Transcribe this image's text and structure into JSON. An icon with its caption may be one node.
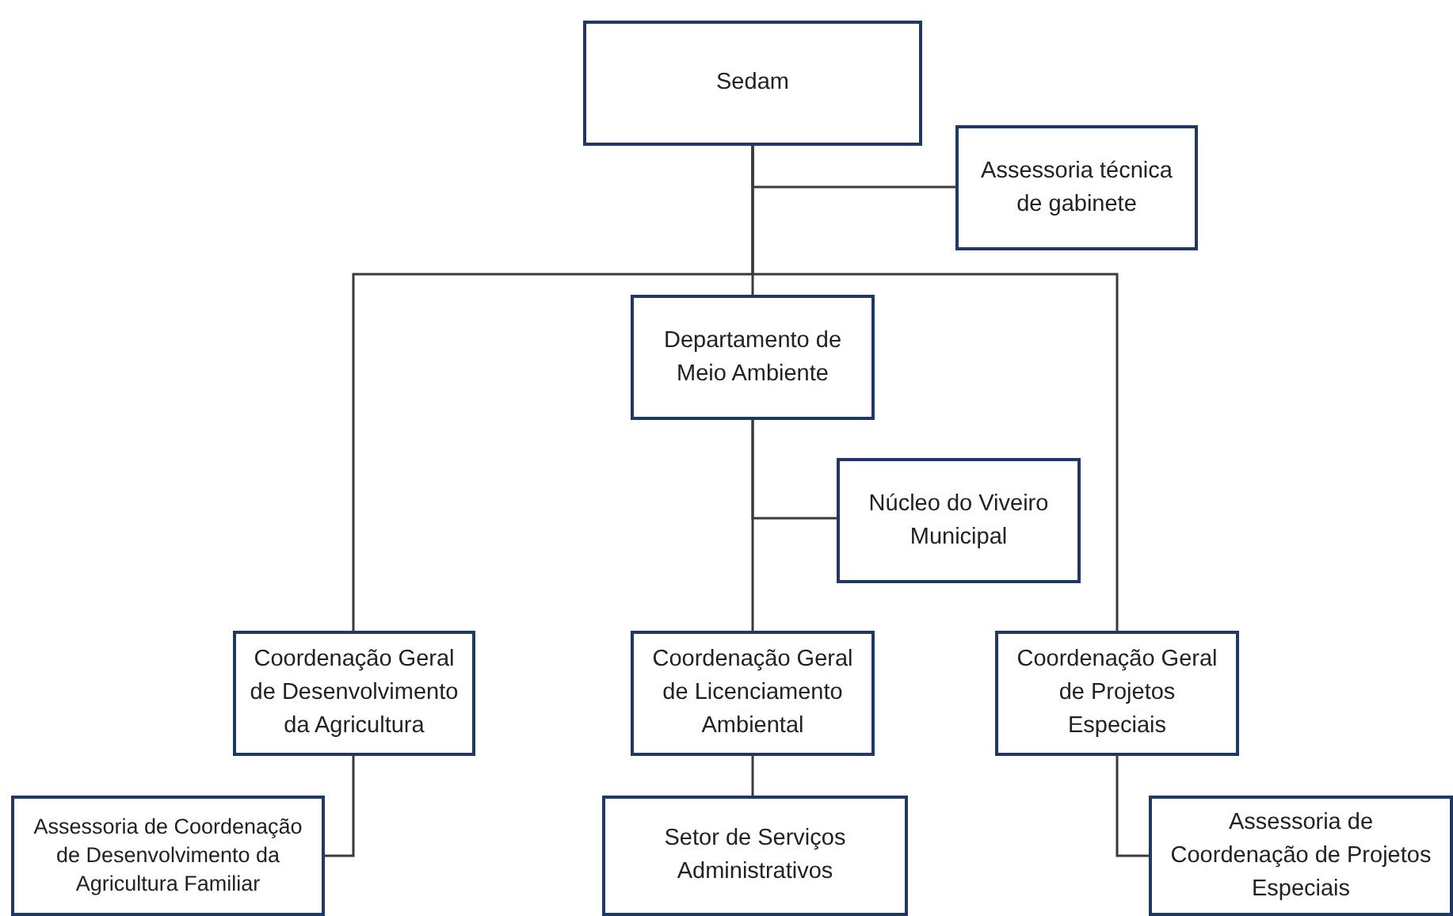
{
  "diagram": {
    "nodes": [
      {
        "text": [
          "Sedam"
        ]
      },
      {
        "text": [
          "Assessoria técnica de gabinete"
        ]
      },
      {
        "text": [
          "Departamento de Meio Ambiente"
        ]
      },
      {
        "text": [
          "Núcleo do Viveiro Municipal"
        ]
      },
      {
        "text": [
          "Coordenação Geral de Desenvolvimento da Agricultura"
        ]
      },
      {
        "text": [
          "Coordenação Geral de Licenciamento Ambiental"
        ]
      },
      {
        "text": [
          "Coordenação Geral de Projetos Especiais"
        ]
      },
      {
        "text": [
          "Assessoria de Coordenação de Desenvolvimento da Agricultura Familiar"
        ]
      },
      {
        "text": [
          "Setor de Serviços Administrativos"
        ]
      },
      {
        "text": [
          "Assessoria de Coordenação de Projetos Especiais"
        ]
      }
    ],
    "edges": [
      {
        "from": 0,
        "to": 1,
        "arrow": "none"
      },
      {
        "from": 0,
        "to": 2,
        "arrow": "none"
      },
      {
        "from": 0,
        "to": 4,
        "arrow": "none"
      },
      {
        "from": 0,
        "to": 6,
        "arrow": "none"
      },
      {
        "from": 2,
        "to": 3,
        "arrow": "none"
      },
      {
        "from": 2,
        "to": 5,
        "arrow": "none"
      },
      {
        "from": 4,
        "to": 7,
        "arrow": "none"
      },
      {
        "from": 5,
        "to": 8,
        "arrow": "none"
      },
      {
        "from": 6,
        "to": 9,
        "arrow": "none"
      }
    ]
  }
}
